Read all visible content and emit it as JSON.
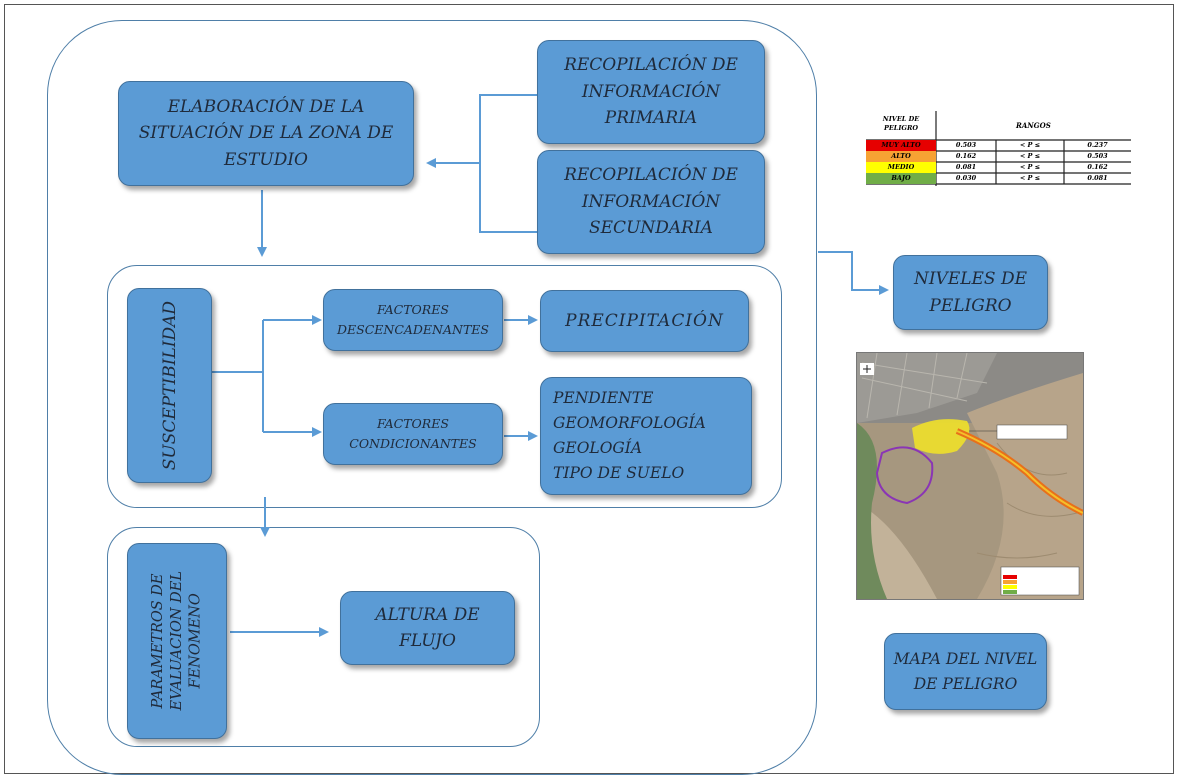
{
  "boxes": {
    "elaboracion": "ELABORACIÓN DE LA\nSITUACIÓN DE LA ZONA DE\nESTUDIO",
    "primaria": "RECOPILACIÓN DE\nINFORMACIÓN\nPRIMARIA",
    "secundaria": "RECOPILACIÓN DE\nINFORMACIÓN\nSECUNDARIA",
    "susceptibilidad": "SUSCEPTIBILIDAD",
    "desencadenantes": "FACTORES\nDESCENCADENANTES",
    "precipitacion": "PRECIPITACIÓN",
    "condicionantes": "FACTORES\nCONDICIONANTES",
    "condicionantes_list": "PENDIENTE\nGEOMORFOLOGÍA\nGEOLOGÍA\nTIPO DE SUELO",
    "parametros": "PARAMETROS DE\nEVALUACION DEL\nFENOMENO",
    "altura": "ALTURA DE\nFLUJO",
    "niveles": "NIVELES DE\nPELIGRO",
    "mapa": "MAPA DEL NIVEL\nDE PELIGRO"
  },
  "legend": {
    "header_level": "NIVEL DE PELIGRO",
    "header_ranges": "RANGOS",
    "rows": [
      {
        "level": "MUY ALTO",
        "low": "0.503",
        "op": "< P ≤",
        "high": "0.237",
        "color": "#e60000"
      },
      {
        "level": "ALTO",
        "low": "0.162",
        "op": "< P ≤",
        "high": "0.503",
        "color": "#f7a233"
      },
      {
        "level": "MEDIO",
        "low": "0.081",
        "op": "< P ≤",
        "high": "0.162",
        "color": "#ffff00"
      },
      {
        "level": "BAJO",
        "low": "0.030",
        "op": "< P ≤",
        "high": "0.081",
        "color": "#70ad47"
      }
    ]
  },
  "colors": {
    "box_fill": "#5b9bd5",
    "box_border": "#41719c",
    "arrow": "#5b9bd5"
  }
}
